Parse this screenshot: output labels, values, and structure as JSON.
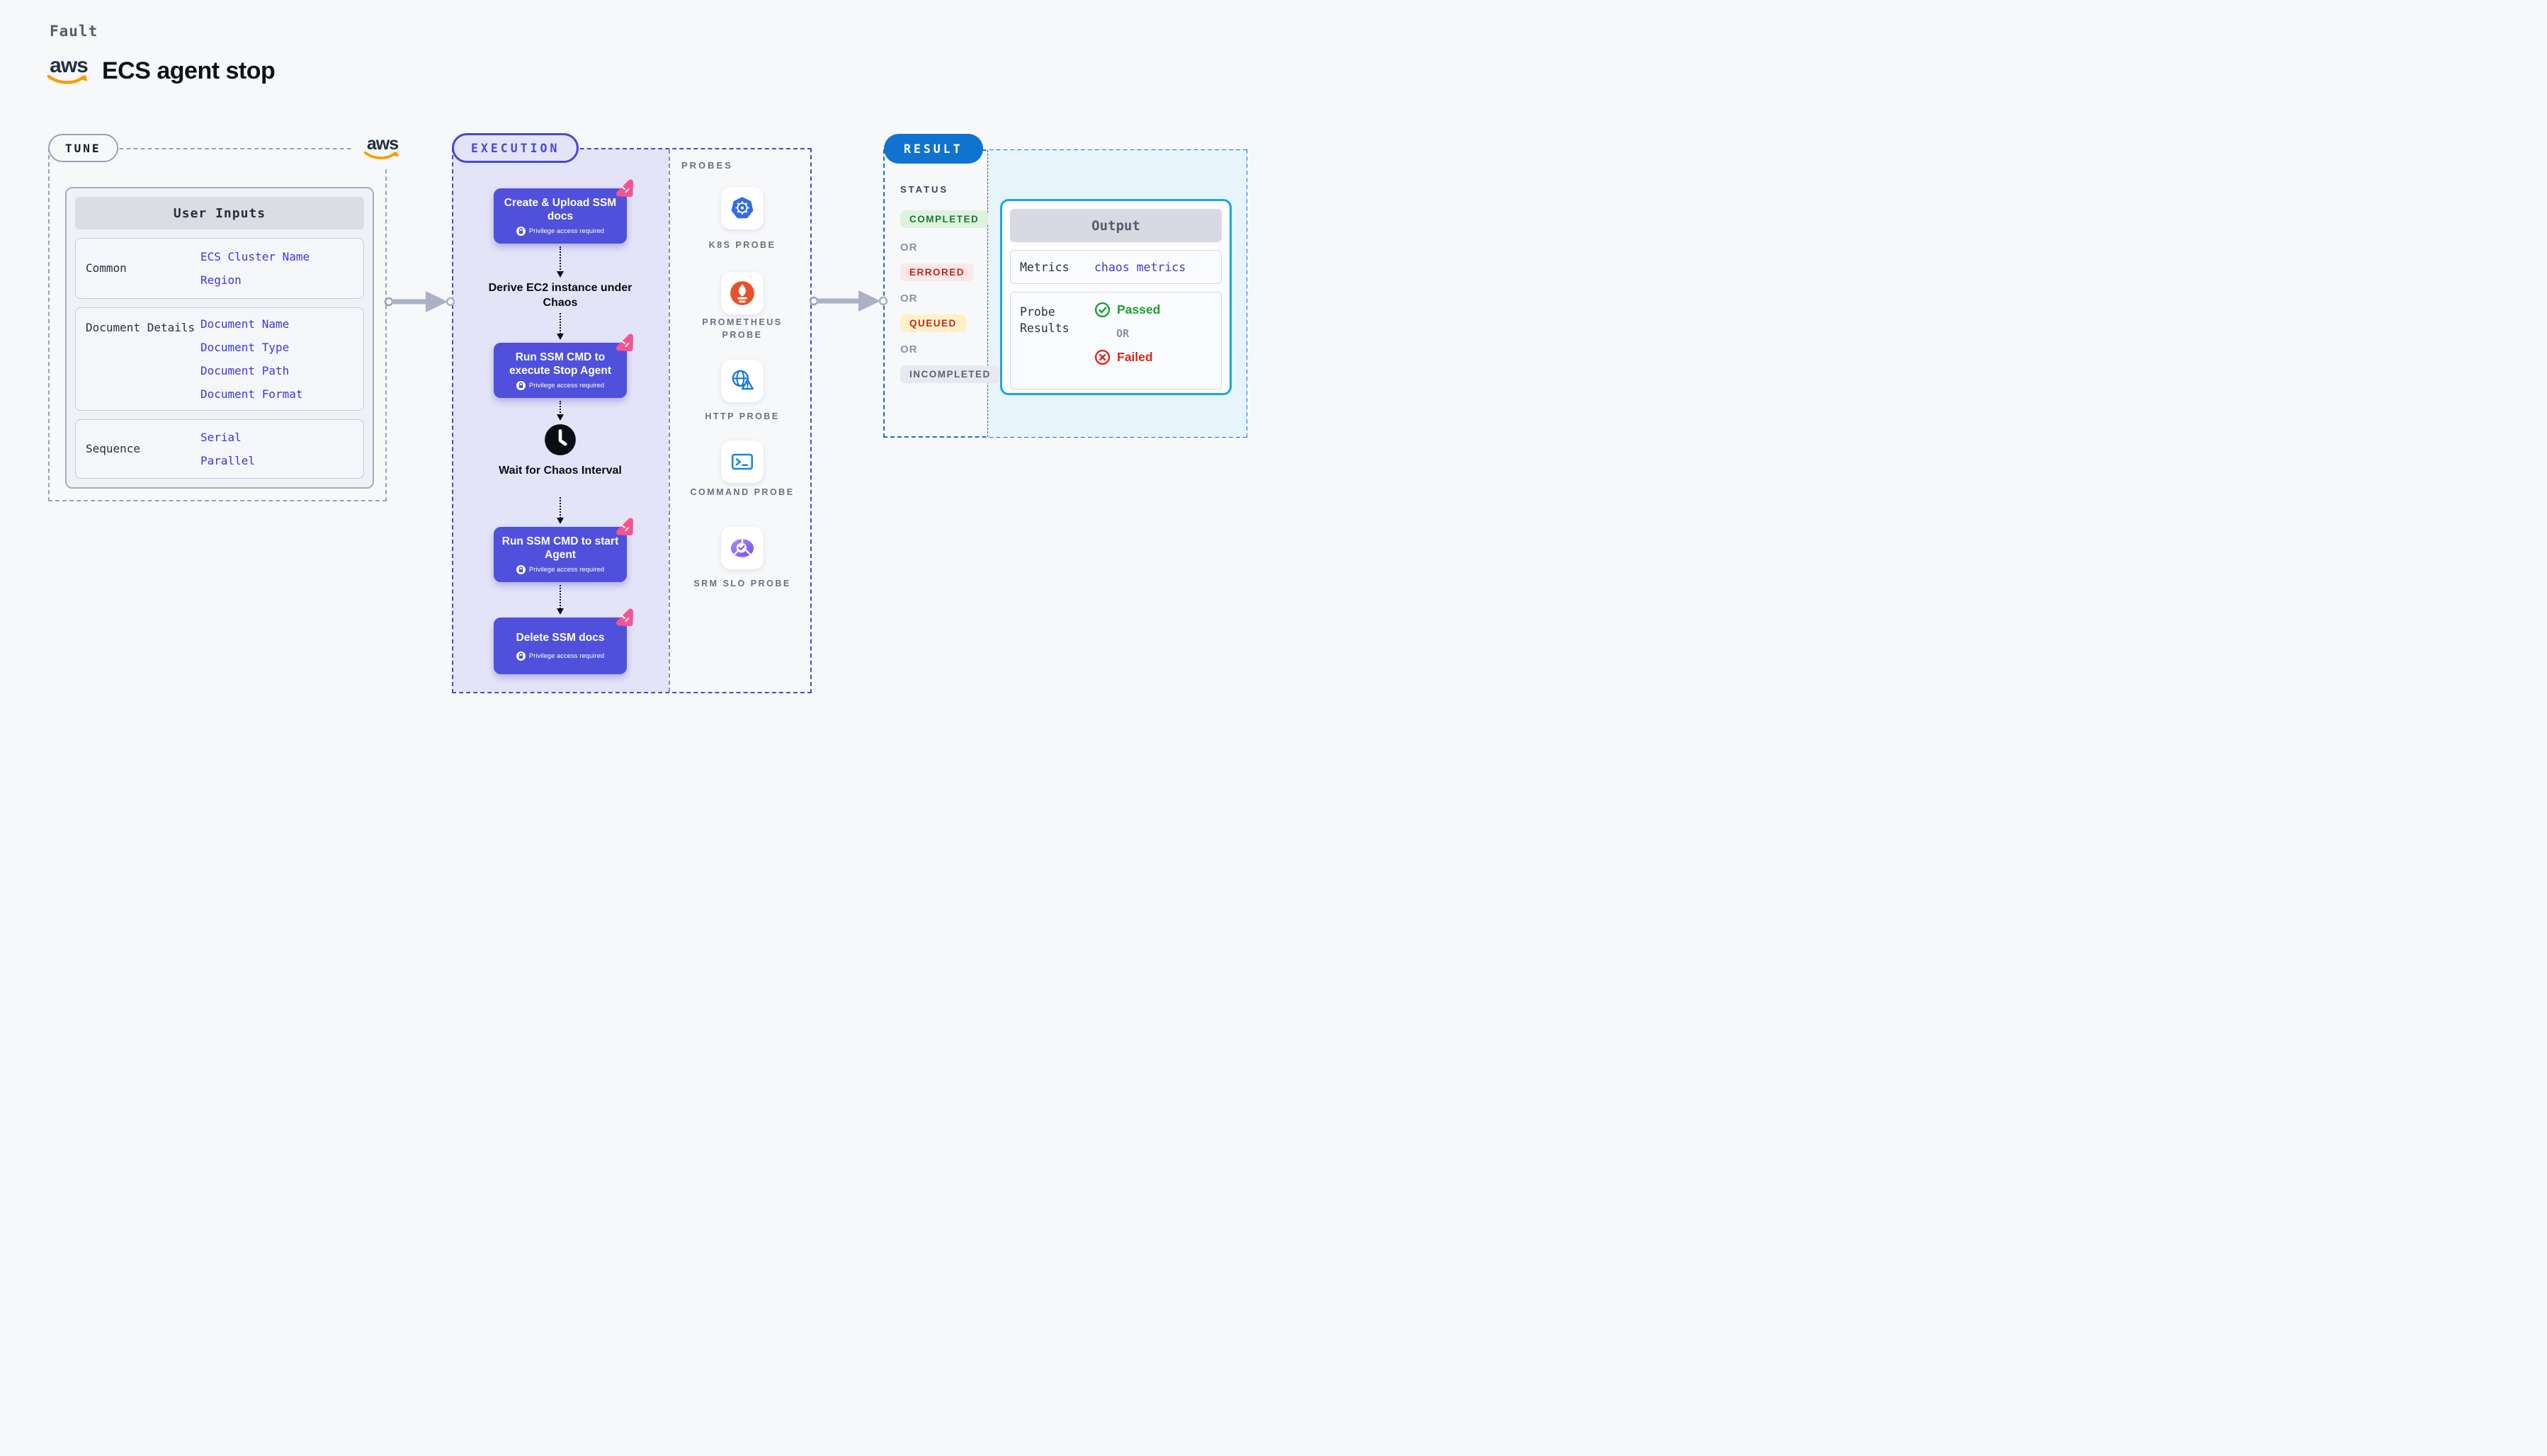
{
  "page": {
    "kicker": "Fault",
    "title": "ECS agent stop"
  },
  "aws": {
    "text": "aws"
  },
  "tune": {
    "label": "TUNE",
    "user_inputs": {
      "header": "User Inputs",
      "rows": [
        {
          "label": "Common",
          "values": [
            "ECS Cluster Name",
            "Region"
          ]
        },
        {
          "label": "Document Details",
          "values": [
            "Document Name",
            "Document Type",
            "Document Path",
            "Document Format"
          ]
        },
        {
          "label": "Sequence",
          "values": [
            "Serial",
            "Parallel"
          ]
        }
      ]
    }
  },
  "execution": {
    "label": "EXECUTION",
    "steps": [
      {
        "title": "Create & Upload SSM docs",
        "badge": "Privilege access required"
      },
      {
        "title": "Run SSM CMD to execute Stop Agent",
        "badge": "Privilege access required"
      },
      {
        "title": "Run SSM CMD to start Agent",
        "badge": "Privilege access required"
      },
      {
        "title": "Delete SSM docs",
        "badge": "Privilege access required"
      }
    ],
    "notes": [
      {
        "text": "Derive EC2 instance under Chaos"
      },
      {
        "text": "Wait for Chaos Interval"
      }
    ],
    "probes": {
      "label": "PROBES",
      "items": [
        {
          "name": "K8S PROBE",
          "icon": "kubernetes-icon"
        },
        {
          "name": "PROMETHEUS PROBE",
          "icon": "prometheus-icon"
        },
        {
          "name": "HTTP PROBE",
          "icon": "http-globe-icon"
        },
        {
          "name": "COMMAND PROBE",
          "icon": "terminal-icon"
        },
        {
          "name": "SRM SLO PROBE",
          "icon": "srm-slo-icon"
        }
      ]
    }
  },
  "result": {
    "label": "RESULT",
    "status": {
      "label": "STATUS",
      "or": "OR",
      "badges": [
        {
          "text": "COMPLETED",
          "fg": "#1B7A2F",
          "bg": "#DFF2E1"
        },
        {
          "text": "ERRORED",
          "fg": "#CB201A",
          "bg": "#FBE9E8"
        },
        {
          "text": "QUEUED",
          "fg": "#C4271D",
          "bg": "#FCF1C8"
        },
        {
          "text": "INCOMPLETED",
          "fg": "#5C6374",
          "bg": "#E8E9F0"
        }
      ]
    },
    "output": {
      "header": "Output",
      "metrics_label": "Metrics",
      "metrics_value": "chaos metrics",
      "probe_results_label": "Probe Results",
      "passed": "Passed",
      "or": "OR",
      "failed": "Failed"
    }
  },
  "colors": {
    "page_bg": "#F7F8FA",
    "step_fill": "#4F50DB",
    "execution_accent": "#4A46D6",
    "execution_panel": "#E4E4F9",
    "link_indigo": "#3B36E0",
    "result_blue": "#1173D0",
    "output_border": "#14A8E1",
    "output_panel": "#E7F5FB",
    "passed_green": "#1D9E35",
    "failed_red": "#D8291D",
    "aws_orange": "#FF9900",
    "chaos_pink": "#F7548F",
    "arrow_gray": "#ACB1C3",
    "kubernetes_blue": "#326CE5",
    "prometheus_orange": "#E6522C",
    "command_blue": "#1588D6",
    "srm_purple": "#7C4DF3"
  }
}
